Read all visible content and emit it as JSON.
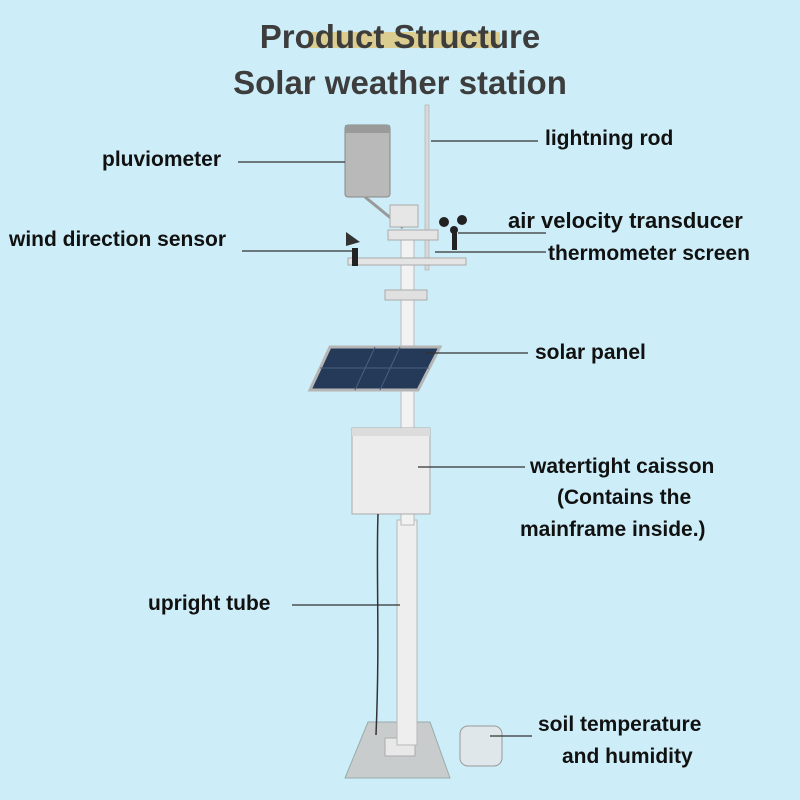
{
  "header": {
    "title_line1": "Product Structure",
    "title_line2": "Solar weather station"
  },
  "labels": {
    "pluviometer": "pluviometer",
    "lightning_rod": "lightning rod",
    "wind_direction": "wind direction sensor",
    "air_velocity": "air velocity transducer",
    "thermometer_screen": "thermometer screen",
    "solar_panel": "solar panel",
    "caisson_line1": "watertight caisson",
    "caisson_line2": "(Contains the",
    "caisson_line3": "mainframe inside.)",
    "upright_tube": "upright tube",
    "soil_line1": "soil temperature",
    "soil_line2": "and humidity"
  },
  "colors": {
    "background": "#cdeef8",
    "title_text": "#3d3d3d",
    "title_highlight": "#e8b23a",
    "label_text": "#111111"
  }
}
